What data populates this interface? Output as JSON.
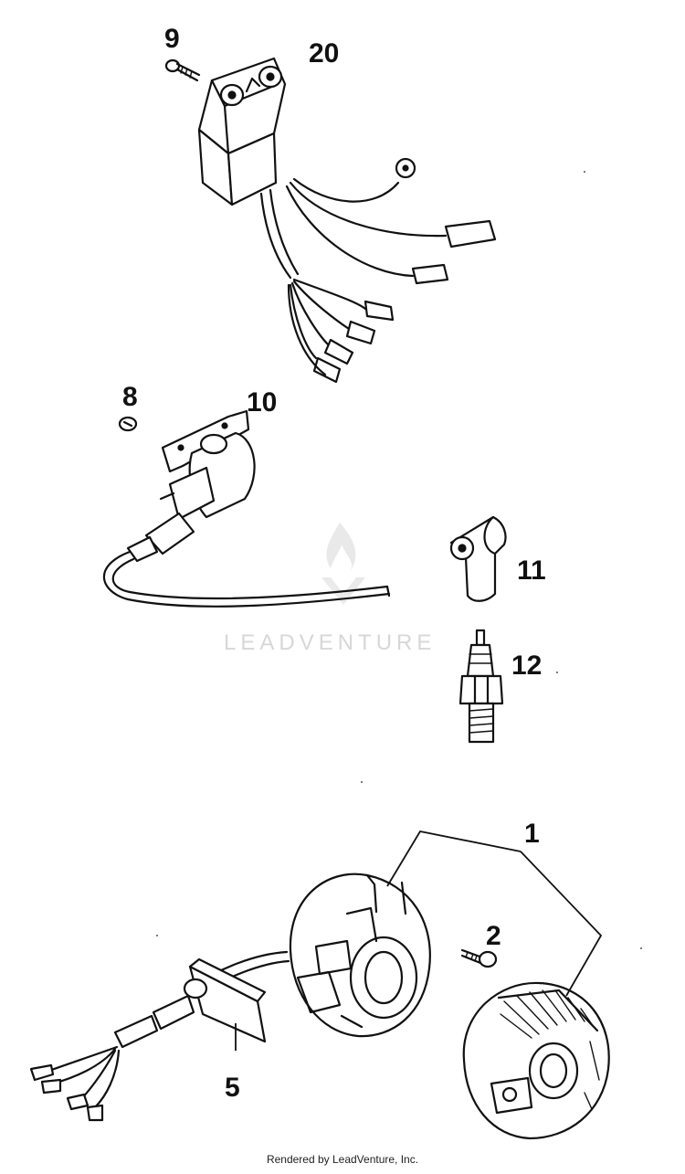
{
  "parts": [
    {
      "id": "1",
      "icon": "flywheel-stator-assembly-icon"
    },
    {
      "id": "2",
      "icon": "bolt-icon"
    },
    {
      "id": "5",
      "icon": "pulser-coil-icon"
    },
    {
      "id": "8",
      "icon": "screw-icon"
    },
    {
      "id": "9",
      "icon": "bolt-icon"
    },
    {
      "id": "10",
      "icon": "ignition-coil-icon"
    },
    {
      "id": "11",
      "icon": "spark-plug-cap-icon"
    },
    {
      "id": "12",
      "icon": "spark-plug-icon"
    },
    {
      "id": "20",
      "icon": "cdi-unit-icon"
    }
  ],
  "watermark": "LEADVENTURE",
  "footer": "Rendered by LeadVenture, Inc."
}
